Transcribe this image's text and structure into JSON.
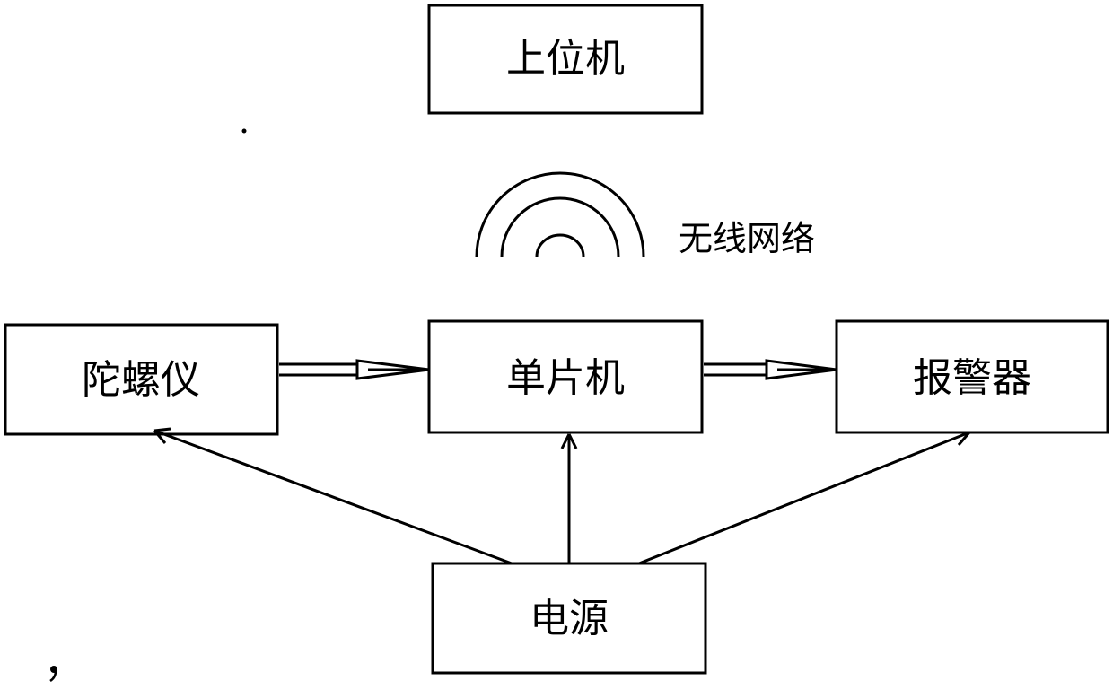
{
  "nodes": {
    "host": {
      "label": "上位机"
    },
    "wireless": {
      "label": "无线网络"
    },
    "gyroscope": {
      "label": "陀螺仪"
    },
    "mcu": {
      "label": "单片机"
    },
    "alarm": {
      "label": "报警器"
    },
    "power": {
      "label": "电源"
    }
  },
  "edges": [
    {
      "from": "gyroscope",
      "to": "mcu",
      "style": "double-arrow"
    },
    {
      "from": "mcu",
      "to": "alarm",
      "style": "double-arrow"
    },
    {
      "from": "power",
      "to": "gyroscope",
      "style": "arrow"
    },
    {
      "from": "power",
      "to": "mcu",
      "style": "arrow"
    },
    {
      "from": "power",
      "to": "alarm",
      "style": "arrow"
    }
  ],
  "colors": {
    "stroke": "#000000",
    "background": "#ffffff"
  }
}
